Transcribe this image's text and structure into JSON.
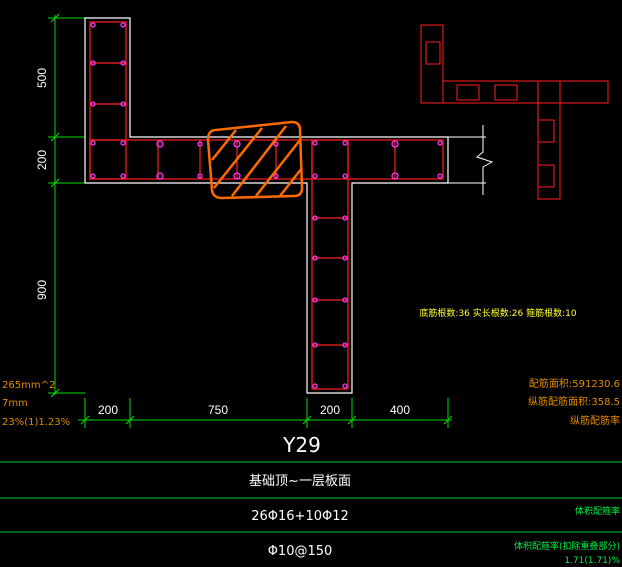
{
  "dimensions": {
    "vertical": [
      "500",
      "200",
      "900"
    ],
    "horizontal": [
      "200",
      "750",
      "200",
      "400"
    ]
  },
  "section": {
    "name": "Y29",
    "elevation": "基础顶~一层板面",
    "longitudinal_rebar": "26Φ16+10Φ12",
    "stirrup": "Φ10@150"
  },
  "annotations": {
    "yellow_note": "底筋根数:36 实长根数:26 箍筋根数:10",
    "left_area": "265mm^2",
    "left_mm": "7mm",
    "left_ratio": "23%(1)1.23%",
    "right_area": "配筋面积:591230.6",
    "right_ratio": "纵筋配筋面积:358.5",
    "right_extra": "纵筋配筋率",
    "green_1": "体积配箍率",
    "green_2": "体积配箍率(扣除重叠部分)",
    "green_3": "1.71(1.71)%"
  },
  "colors": {
    "background": "#000000",
    "dimension_line": "#00dd00",
    "outline": "#ffffff",
    "stirrup": "#ff2020",
    "rebar": "#ff33ff",
    "highlight": "#ff6a00",
    "table_line": "#00cc33"
  }
}
